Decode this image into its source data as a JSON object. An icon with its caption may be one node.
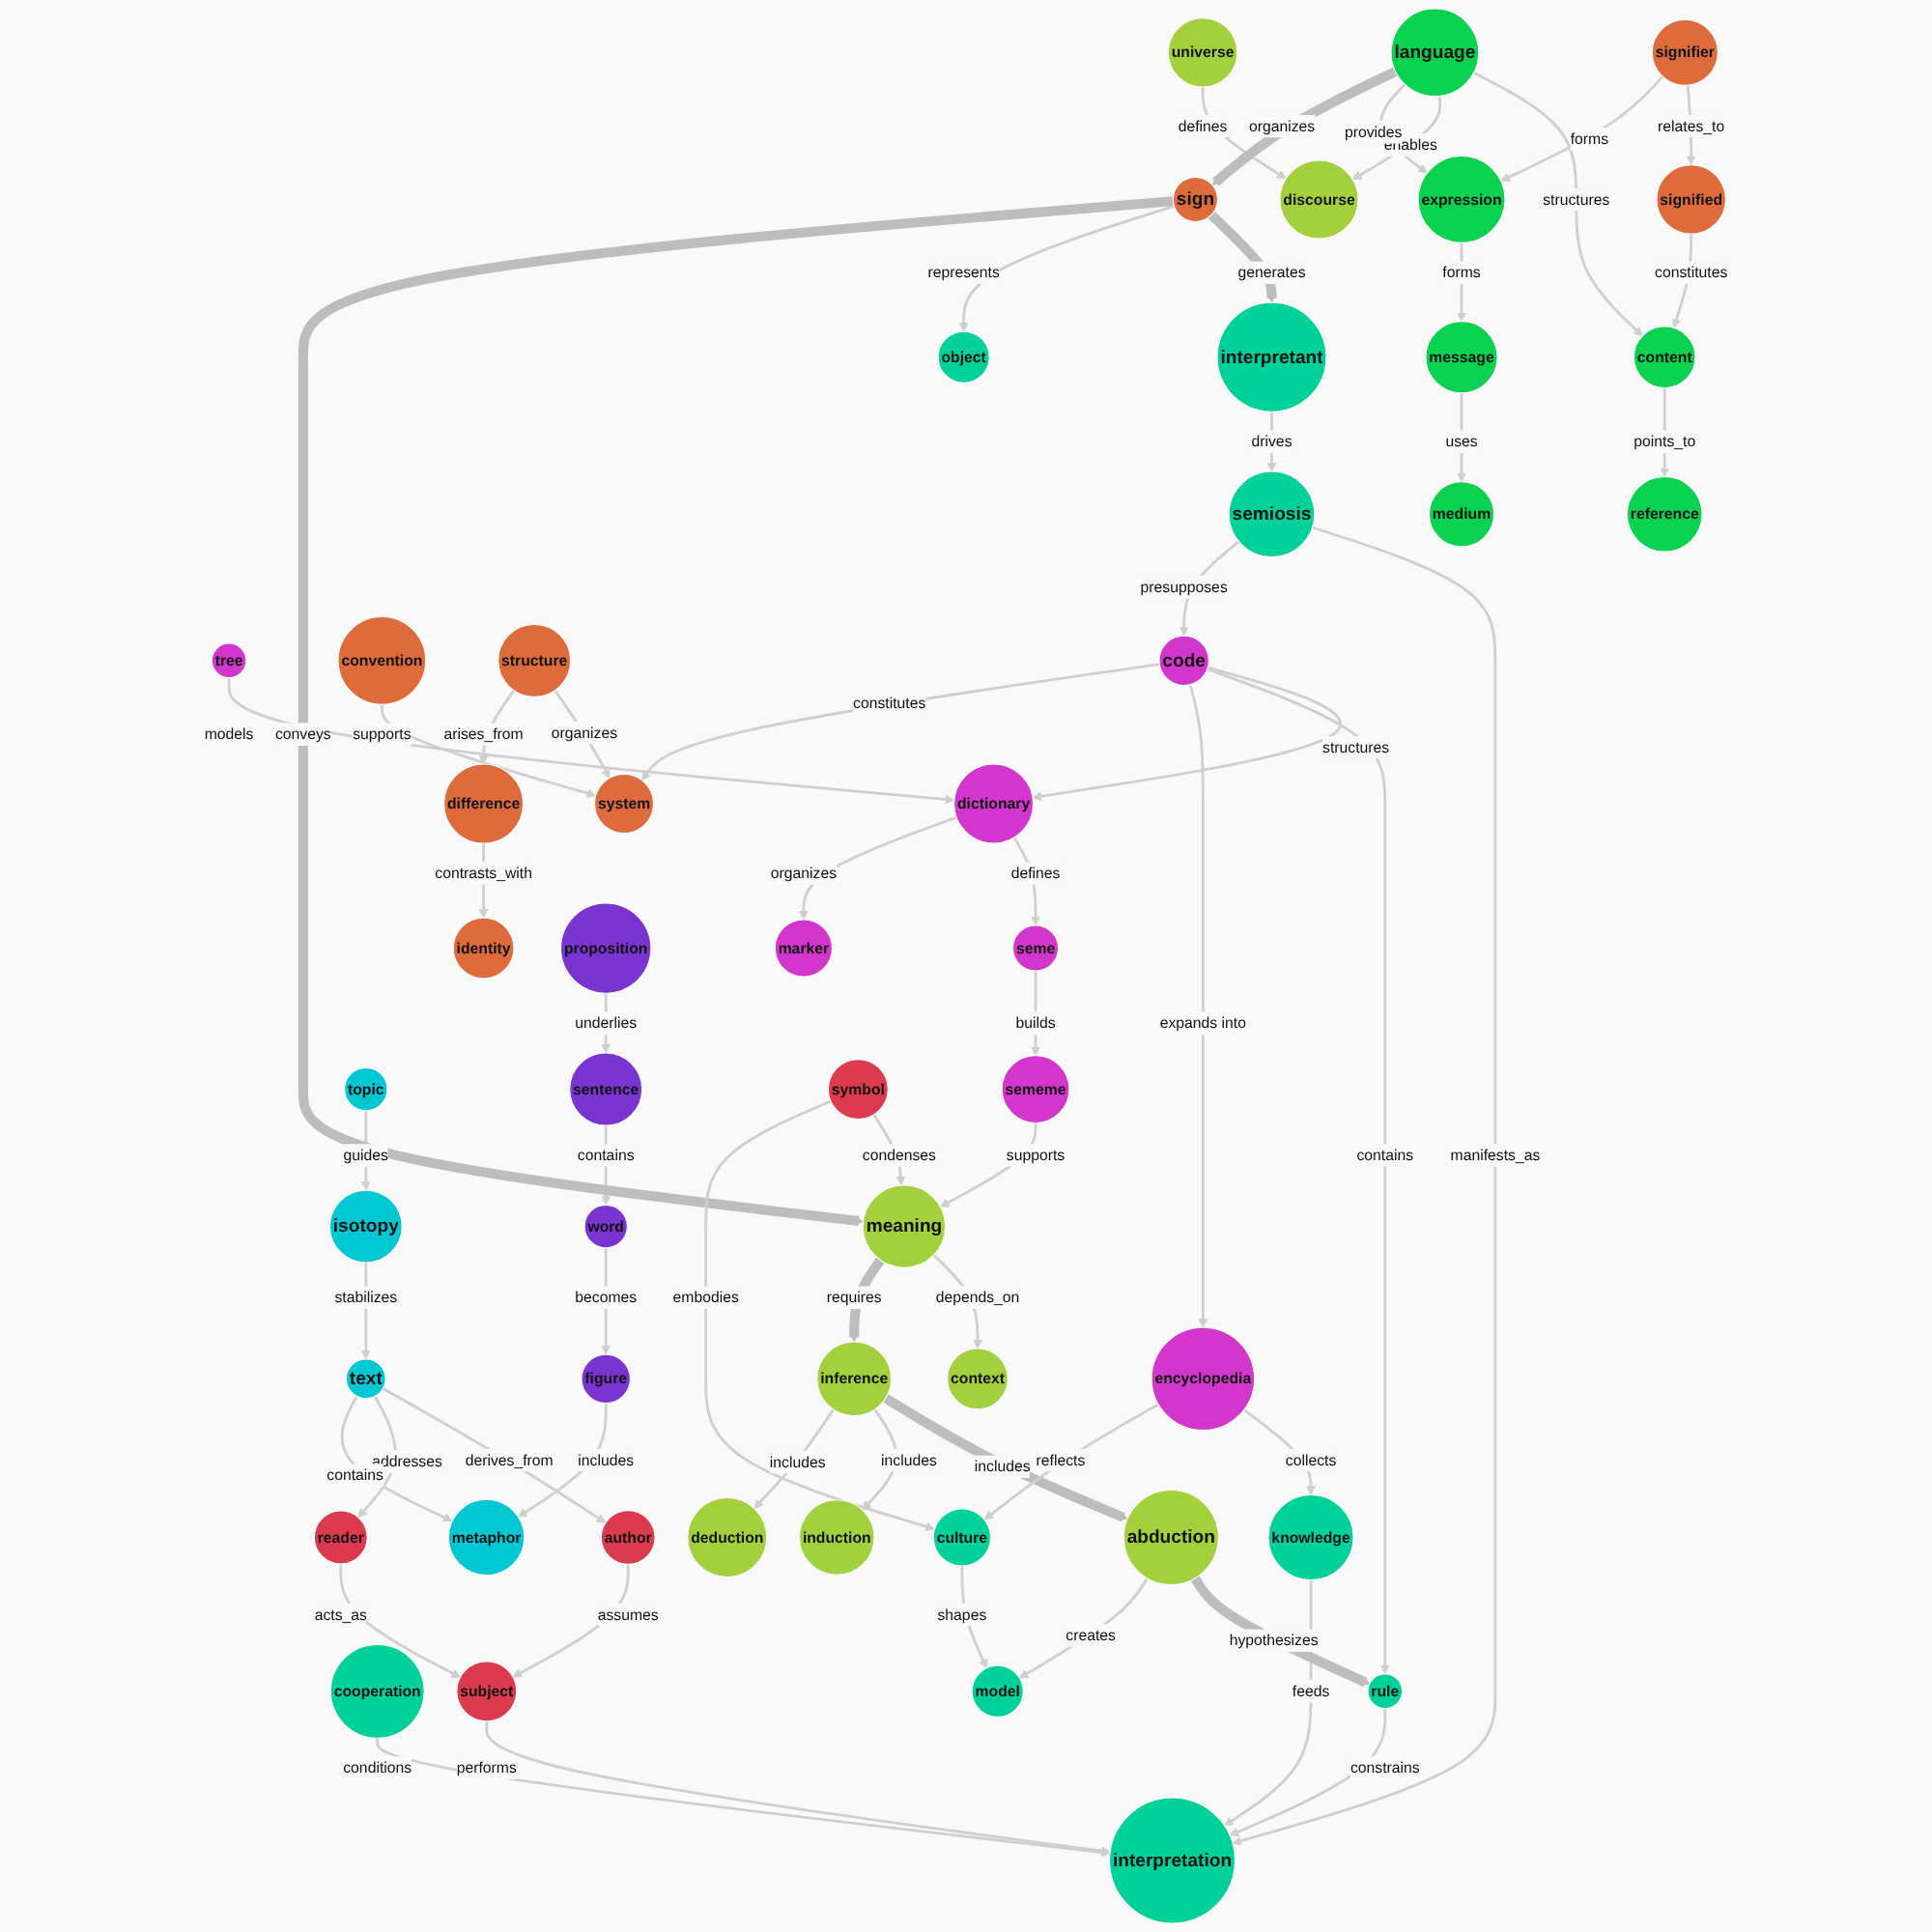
{
  "diagram": {
    "nodes": [
      {
        "text": [
          "reference"
        ]
      },
      {
        "text": [
          "signified"
        ]
      },
      {
        "text": [
          "universe"
        ]
      },
      {
        "text": [
          "content"
        ]
      },
      {
        "text": [
          "marker"
        ]
      },
      {
        "text": [
          "cooperation"
        ]
      },
      {
        "text": [
          "signifier"
        ]
      },
      {
        "text": [
          "discourse"
        ]
      },
      {
        "text": [
          "seme"
        ]
      },
      {
        "text": [
          "subject"
        ]
      },
      {
        "text": [
          "language"
        ]
      },
      {
        "text": [
          "dictionary"
        ]
      },
      {
        "text": [
          "semiosis"
        ]
      },
      {
        "text": [
          "interpretant"
        ]
      },
      {
        "text": [
          "interpretation"
        ]
      },
      {
        "text": [
          "expression"
        ]
      },
      {
        "text": [
          "tree"
        ]
      },
      {
        "text": [
          "author"
        ]
      },
      {
        "text": [
          "reader"
        ]
      },
      {
        "text": [
          "knowledge"
        ]
      },
      {
        "text": [
          "sememe"
        ]
      },
      {
        "text": [
          "sign"
        ]
      },
      {
        "text": [
          "topic"
        ]
      },
      {
        "text": [
          "object"
        ]
      },
      {
        "text": [
          "code"
        ]
      },
      {
        "text": [
          "isotopy"
        ]
      },
      {
        "text": [
          "sentence"
        ]
      },
      {
        "text": [
          "text"
        ]
      },
      {
        "text": [
          "message"
        ]
      },
      {
        "text": [
          "context"
        ]
      },
      {
        "text": [
          "encyclopedia"
        ]
      },
      {
        "text": [
          "proposition"
        ]
      },
      {
        "text": [
          "rule"
        ]
      },
      {
        "text": [
          "meaning"
        ]
      },
      {
        "text": [
          "word"
        ]
      },
      {
        "text": [
          "medium"
        ]
      },
      {
        "text": [
          "metaphor"
        ]
      },
      {
        "text": [
          "system"
        ]
      },
      {
        "text": [
          "culture"
        ]
      },
      {
        "text": [
          "figure"
        ]
      },
      {
        "text": [
          "symbol"
        ]
      },
      {
        "text": [
          "abduction"
        ]
      },
      {
        "text": [
          "convention"
        ]
      },
      {
        "text": [
          "inference"
        ]
      },
      {
        "text": [
          "structure"
        ]
      },
      {
        "text": [
          "model"
        ]
      },
      {
        "text": [
          "deduction"
        ]
      },
      {
        "text": [
          "induction"
        ]
      },
      {
        "text": [
          "difference"
        ]
      },
      {
        "text": [
          "identity"
        ]
      }
    ],
    "edges": [
      {
        "from": 3,
        "to": 0,
        "arrow": "to",
        "label": "points_to"
      },
      {
        "from": 1,
        "to": 3,
        "arrow": "to",
        "label": "constitutes"
      },
      {
        "from": 6,
        "to": 1,
        "arrow": "to",
        "label": "relates_to"
      },
      {
        "from": 10,
        "to": 3,
        "arrow": "to",
        "label": "structures"
      },
      {
        "from": 2,
        "to": 7,
        "arrow": "to",
        "label": "defines"
      },
      {
        "from": 10,
        "to": 7,
        "arrow": "to",
        "label": "enables"
      },
      {
        "from": 6,
        "to": 15,
        "arrow": "to",
        "label": "forms"
      },
      {
        "from": 10,
        "to": 15,
        "arrow": "to",
        "label": "provides"
      },
      {
        "from": 10,
        "to": 21,
        "arrow": "to",
        "label": "organizes",
        "style": "thick"
      },
      {
        "from": 21,
        "to": 13,
        "arrow": "to",
        "label": "generates",
        "style": "thick"
      },
      {
        "from": 21,
        "to": 23,
        "arrow": "to",
        "label": "represents"
      },
      {
        "from": 15,
        "to": 28,
        "arrow": "to",
        "label": "forms"
      },
      {
        "from": 8,
        "to": 20,
        "arrow": "to",
        "label": "builds"
      },
      {
        "from": 13,
        "to": 12,
        "arrow": "to",
        "label": "drives"
      },
      {
        "from": 11,
        "to": 8,
        "arrow": "to",
        "label": "defines"
      },
      {
        "from": 11,
        "to": 4,
        "arrow": "to",
        "label": "organizes"
      },
      {
        "from": 16,
        "to": 11,
        "arrow": "to",
        "label": "models"
      },
      {
        "from": 24,
        "to": 11,
        "arrow": "to",
        "label": "structures"
      },
      {
        "from": 12,
        "to": 14,
        "arrow": "to",
        "label": "manifests_as"
      },
      {
        "from": 12,
        "to": 24,
        "arrow": "to",
        "label": "presupposes"
      },
      {
        "from": 19,
        "to": 14,
        "arrow": "to",
        "label": "feeds"
      },
      {
        "from": 5,
        "to": 14,
        "arrow": "to",
        "label": "conditions"
      },
      {
        "from": 9,
        "to": 14,
        "arrow": "to",
        "label": "performs"
      },
      {
        "from": 17,
        "to": 9,
        "arrow": "to",
        "label": "assumes"
      },
      {
        "from": 18,
        "to": 9,
        "arrow": "to",
        "label": "acts_as"
      },
      {
        "from": 27,
        "to": 17,
        "arrow": "to",
        "label": "derives_from"
      },
      {
        "from": 27,
        "to": 18,
        "arrow": "to",
        "label": "addresses"
      },
      {
        "from": 22,
        "to": 25,
        "arrow": "to",
        "label": "guides"
      },
      {
        "from": 25,
        "to": 27,
        "arrow": "to",
        "label": "stabilizes"
      },
      {
        "from": 32,
        "to": 14,
        "arrow": "to",
        "label": "constrains"
      },
      {
        "from": 30,
        "to": 19,
        "arrow": "to",
        "label": "collects"
      },
      {
        "from": 24,
        "to": 32,
        "arrow": "to",
        "label": "contains"
      },
      {
        "from": 24,
        "to": 30,
        "arrow": "to",
        "label": "expands into"
      },
      {
        "from": 31,
        "to": 26,
        "arrow": "to",
        "label": "underlies"
      },
      {
        "from": 26,
        "to": 34,
        "arrow": "to",
        "label": "contains"
      },
      {
        "from": 24,
        "to": 37,
        "arrow": "to",
        "label": "constitutes"
      },
      {
        "from": 41,
        "to": 32,
        "arrow": "to",
        "label": "hypothesizes",
        "style": "thick"
      },
      {
        "from": 34,
        "to": 39,
        "arrow": "to",
        "label": "becomes"
      },
      {
        "from": 39,
        "to": 36,
        "arrow": "to",
        "label": "includes"
      },
      {
        "from": 27,
        "to": 36,
        "arrow": "to",
        "label": "contains"
      },
      {
        "from": 44,
        "to": 37,
        "arrow": "to",
        "label": "organizes"
      },
      {
        "from": 44,
        "to": 48,
        "arrow": "to",
        "label": "arises_from"
      },
      {
        "from": 48,
        "to": 49,
        "arrow": "to",
        "label": "contrasts_with"
      },
      {
        "from": 42,
        "to": 37,
        "arrow": "to",
        "label": "supports"
      },
      {
        "from": 43,
        "to": 41,
        "arrow": "to",
        "label": "includes",
        "style": "thick"
      },
      {
        "from": 41,
        "to": 45,
        "arrow": "to",
        "label": "creates"
      },
      {
        "from": 38,
        "to": 45,
        "arrow": "to",
        "label": "shapes"
      },
      {
        "from": 30,
        "to": 38,
        "arrow": "to",
        "label": "reflects"
      },
      {
        "from": 28,
        "to": 35,
        "arrow": "to",
        "label": "uses"
      },
      {
        "from": 20,
        "to": 33,
        "arrow": "to",
        "label": "supports"
      },
      {
        "from": 21,
        "to": 33,
        "arrow": "to",
        "label": "conveys",
        "style": "thick"
      },
      {
        "from": 33,
        "to": 29,
        "arrow": "to",
        "label": "depends_on"
      },
      {
        "from": 40,
        "to": 33,
        "arrow": "to",
        "label": "condenses"
      },
      {
        "from": 40,
        "to": 38,
        "arrow": "to",
        "label": "embodies"
      },
      {
        "from": 33,
        "to": 43,
        "arrow": "to",
        "label": "requires",
        "style": "thick"
      },
      {
        "from": 43,
        "to": 47,
        "arrow": "to",
        "label": "includes"
      },
      {
        "from": 43,
        "to": 46,
        "arrow": "to",
        "label": "includes"
      }
    ]
  }
}
